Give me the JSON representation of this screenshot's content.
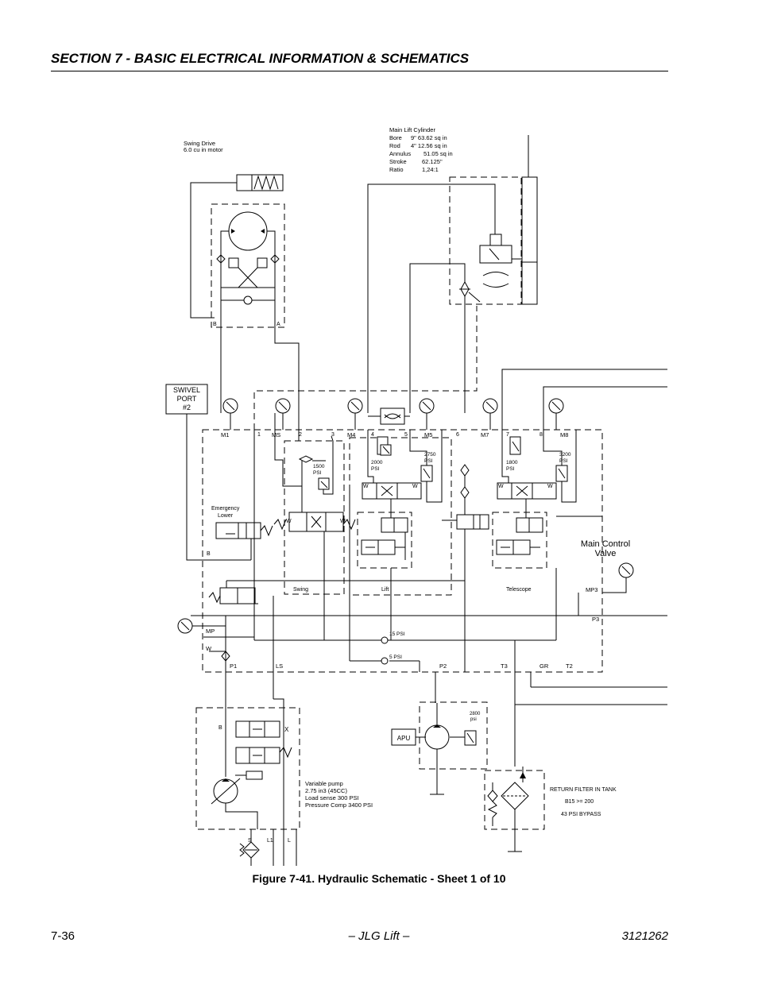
{
  "header": {
    "section_title": "SECTION 7 - BASIC ELECTRICAL INFORMATION & SCHEMATICS"
  },
  "figure": {
    "caption": "Figure 7-41.  Hydraulic Schematic - Sheet 1 of 10"
  },
  "footer": {
    "page_number": "7-36",
    "center": "– JLG Lift –",
    "doc_number": "3121262"
  },
  "schematic": {
    "swing_drive": {
      "line1": "Swing Drive",
      "line2": "6.0 cu in motor",
      "port_b": "B",
      "port_a": "A"
    },
    "main_lift_cylinder": {
      "title": "Main Lift Cylinder",
      "rows": [
        {
          "label": "Bore",
          "value": "9\"    63.62 sq in"
        },
        {
          "label": "Rod",
          "value": "4\"    12.56 sq in"
        },
        {
          "label": "Annulus",
          "value": "51.05  sq in"
        },
        {
          "label": "Stroke",
          "value": "62.125\""
        },
        {
          "label": "Ratio",
          "value": "1,24:1"
        }
      ]
    },
    "swivel_port": {
      "line1": "SWIVEL",
      "line2": "PORT",
      "line3": "#2"
    },
    "ports_top": [
      "M1",
      "1",
      "MS",
      "2",
      "3",
      "M4",
      "4",
      "5",
      "M5",
      "6",
      "M7",
      "7",
      "8",
      "M8"
    ],
    "relief_settings": {
      "swing": {
        "value": "1500",
        "unit": "PSI"
      },
      "lift_a": {
        "value": "2000",
        "unit": "PSI"
      },
      "lift_b": {
        "value": "2750",
        "unit": "PSI"
      },
      "tele_a": {
        "value": "1800",
        "unit": "PSI"
      },
      "tele_b": {
        "value": "3200",
        "unit": "PSI"
      }
    },
    "emergency_lower": {
      "line1": "Emergency",
      "line2": "Lower"
    },
    "valve_labels": {
      "swing": "Swing",
      "lift": "Lift",
      "telescope": "Telescope"
    },
    "main_control_valve": {
      "line1": "Main Control",
      "line2": "Valve"
    },
    "side_ports": {
      "b": "B",
      "mp3": "MP3",
      "p3": "P3",
      "mp": "MP",
      "w": "W",
      "w_letter": "W"
    },
    "check_valves": {
      "cv15": "15 PSI",
      "cv5": "5 PSI"
    },
    "ports_bottom": [
      "P1",
      "LS",
      "P2",
      "T3",
      "GR",
      "T2"
    ],
    "pump": {
      "port_b": "B",
      "x_mark": "X",
      "line1": "Variable pump",
      "line2": "2.75 in3 (45CC)",
      "line3": "Load sense 300 PSI",
      "line4": "Pressure Comp 3400 PSI",
      "port_s": "S",
      "port_l1": "L1",
      "port_l": "L"
    },
    "apu": {
      "label": "APU",
      "relief_value": "2800",
      "relief_unit": "psi"
    },
    "return_filter": {
      "line1": "RETURN FILTER IN TANK",
      "line2": "B15 >= 200",
      "line3": "43 PSI BYPASS"
    }
  }
}
